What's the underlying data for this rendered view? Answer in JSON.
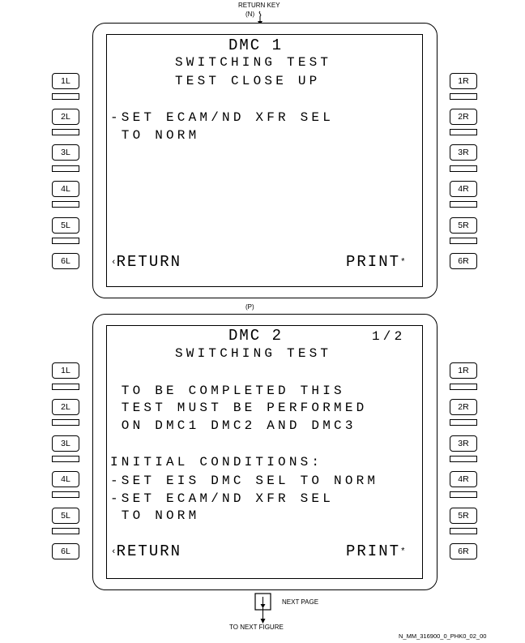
{
  "labels": {
    "return_key": "RETURN KEY",
    "return_key_ref": "(N)",
    "between_ref": "(P)",
    "next_page": "NEXT PAGE",
    "to_next_figure": "TO NEXT FIGURE",
    "figure_id": "N_MM_316900_0_PHK0_02_00"
  },
  "left_keys": [
    "1L",
    "2L",
    "3L",
    "4L",
    "5L",
    "6L"
  ],
  "right_keys": [
    "1R",
    "2R",
    "3R",
    "4R",
    "5R",
    "6R"
  ],
  "page1": {
    "title": "DMC 1",
    "line2": "SWITCHING TEST",
    "line3": "TEST CLOSE UP",
    "line4": "-SET ECAM/ND XFR SEL",
    "line5": " TO NORM",
    "return_arrow": "‹",
    "return_label": "RETURN",
    "print_label": "PRINT",
    "print_star": "*"
  },
  "page2": {
    "title": "DMC 2",
    "page_indicator": "1/2",
    "line2": "SWITCHING TEST",
    "line3": " TO BE COMPLETED THIS",
    "line4": " TEST MUST BE PERFORMED",
    "line5": " ON DMC1 DMC2 AND DMC3",
    "line6": "INITIAL CONDITIONS:",
    "line7": "-SET EIS DMC SEL TO NORM",
    "line8": "-SET ECAM/ND XFR SEL",
    "line9": " TO NORM",
    "return_arrow": "‹",
    "return_label": "RETURN",
    "print_label": "PRINT",
    "print_star": "*"
  }
}
